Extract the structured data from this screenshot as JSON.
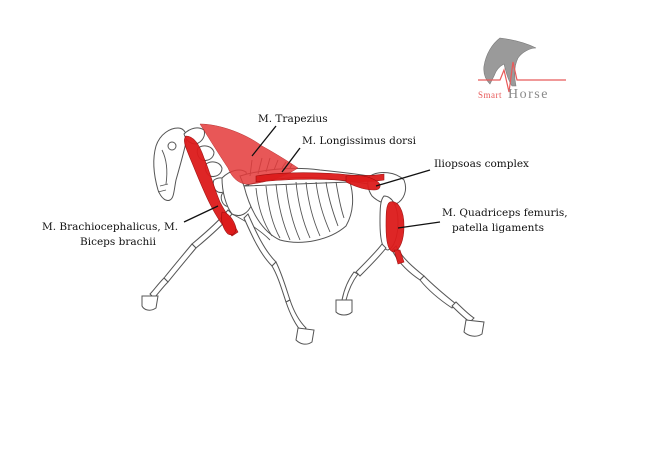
{
  "logo": {
    "smart": "Smart",
    "horse": "Horse",
    "accent_color": "#e85a5a",
    "text_color": "#8a8a8a"
  },
  "labels": {
    "trapezius": "M. Trapezius",
    "longissimus": "M. Longissimus dorsi",
    "iliopsoas": "Iliopsoas complex",
    "brachiocephalicus_line1": "M. Brachiocephalicus, M.",
    "brachiocephalicus_line2": "Biceps brachii",
    "quadriceps_line1": "M. Quadriceps femuris,",
    "quadriceps_line2": "patella ligaments"
  },
  "colors": {
    "muscle": "#dd1b1b",
    "bone_outline": "#555555",
    "background": "#ffffff"
  }
}
